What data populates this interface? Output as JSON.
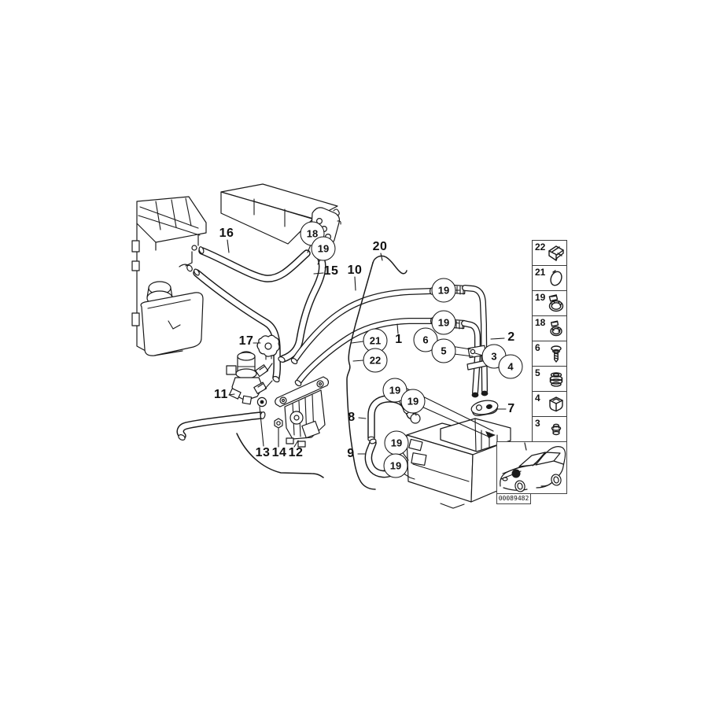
{
  "labels": {
    "l16": "16",
    "l15": "15",
    "l10": "10",
    "l20": "20",
    "l17": "17",
    "l11": "11",
    "l13": "13",
    "l14": "14",
    "l12": "12",
    "l8": "8",
    "l9": "9",
    "l1": "1",
    "l2": "2",
    "l7": "7"
  },
  "circled": {
    "c18": "18",
    "c19": "19",
    "c21": "21",
    "c22": "22",
    "c6": "6",
    "c5": "5",
    "c3": "3",
    "c4": "4"
  },
  "legend": {
    "rows": [
      {
        "number": "22",
        "icon": "retaining-clip",
        "icon_ref": "#sym-clip"
      },
      {
        "number": "21",
        "icon": "clamp-ring",
        "icon_ref": "#sym-ring"
      },
      {
        "number": "19",
        "icon": "hose-clamp",
        "icon_ref": "#sym-clamp-l"
      },
      {
        "number": "18",
        "icon": "hose-clamp-small",
        "icon_ref": "#sym-clamp-s"
      },
      {
        "number": "6",
        "icon": "flange-screw",
        "icon_ref": "#sym-screw"
      },
      {
        "number": "5",
        "icon": "grommet-sleeve",
        "icon_ref": "#sym-grommet"
      },
      {
        "number": "4",
        "icon": "expanding-nut",
        "icon_ref": "#sym-clipnut"
      },
      {
        "number": "3",
        "icon": "sealing-plug",
        "icon_ref": "#sym-plug"
      }
    ]
  },
  "footer": {
    "image_code": "00089482"
  },
  "colors": {
    "line": "#1a1a1a",
    "background": "#ffffff"
  }
}
